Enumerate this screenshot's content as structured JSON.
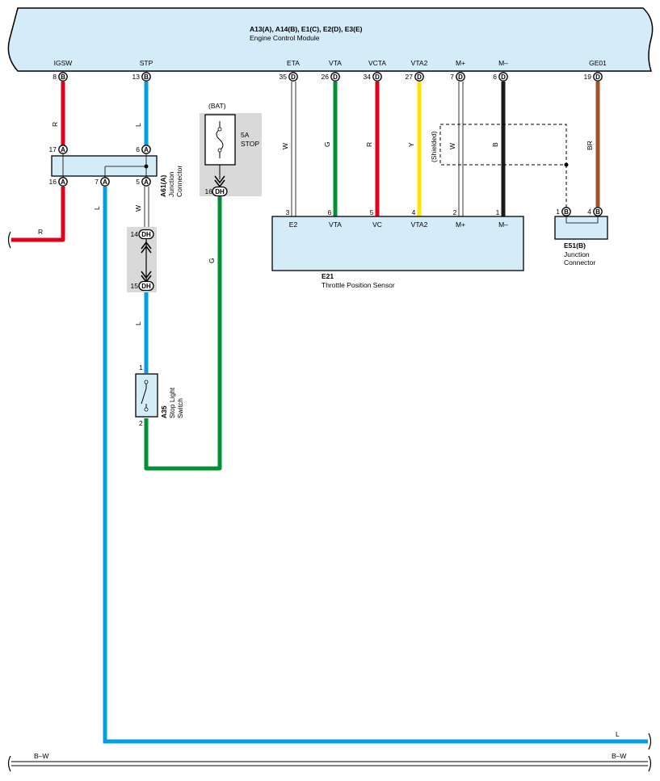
{
  "ecm": {
    "id": "A13(A), A14(B), E1(C), E2(D), E3(E)",
    "name": "Engine Control Module",
    "pins": [
      {
        "key": "igsw",
        "terminal": "IGSW",
        "num": "8",
        "conn": "B"
      },
      {
        "key": "stp",
        "terminal": "STP",
        "num": "13",
        "conn": "B"
      },
      {
        "key": "eta",
        "terminal": "ETA",
        "num": "35",
        "conn": "D"
      },
      {
        "key": "vta",
        "terminal": "VTA",
        "num": "26",
        "conn": "D"
      },
      {
        "key": "vcta",
        "terminal": "VCTA",
        "num": "34",
        "conn": "D"
      },
      {
        "key": "vta2",
        "terminal": "VTA2",
        "num": "27",
        "conn": "D"
      },
      {
        "key": "mplus",
        "terminal": "M+",
        "num": "7",
        "conn": "D"
      },
      {
        "key": "mminus",
        "terminal": "M–",
        "num": "6",
        "conn": "D"
      },
      {
        "key": "ge01",
        "terminal": "GE01",
        "num": "19",
        "conn": "D"
      }
    ]
  },
  "junction_a61": {
    "id": "A61(A)",
    "name_line1": "Junction",
    "name_line2": "Connector",
    "pins": {
      "p17": "17",
      "p16": "16",
      "p7": "7",
      "p6": "6",
      "p5": "5"
    },
    "conn": "A"
  },
  "fuse": {
    "source": "(BAT)",
    "rating": "5A",
    "name": "STOP",
    "pin": "16",
    "conn": "DH"
  },
  "inline_connector": {
    "pin_a": "14",
    "pin_b": "15",
    "conn": "DH"
  },
  "switch_a35": {
    "id": "A35",
    "name_line1": "Stop Light",
    "name_line2": "Switch",
    "pin1": "1",
    "pin2": "2"
  },
  "sensor_e21": {
    "id": "E21",
    "name": "Throttle Position Sensor",
    "pins": [
      {
        "key": "e2",
        "num": "3",
        "terminal": "E2"
      },
      {
        "key": "vta",
        "num": "6",
        "terminal": "VTA"
      },
      {
        "key": "vc",
        "num": "5",
        "terminal": "VC"
      },
      {
        "key": "vta2",
        "num": "4",
        "terminal": "VTA2"
      },
      {
        "key": "mplus",
        "num": "2",
        "terminal": "M+"
      },
      {
        "key": "mminus",
        "num": "1",
        "terminal": "M–"
      }
    ]
  },
  "junction_e51": {
    "id": "E51(B)",
    "name_line1": "Junction",
    "name_line2": "Connector",
    "pin1": "1",
    "pin4": "4",
    "conn": "B"
  },
  "shield_label": "(Shielded)",
  "wire_labels": {
    "igsw": "R",
    "stp": "L",
    "r_out": "R",
    "l_j7": "L",
    "w_j5": "W",
    "l_down": "L",
    "g_fuse": "G",
    "eta": "W",
    "vta": "G",
    "vcta": "R",
    "vta2": "Y",
    "mplus": "W",
    "mminus": "B",
    "ge01": "BR",
    "l_bottom": "L",
    "bw_left": "B–W",
    "bw_right": "B–W"
  },
  "wire_colors": {
    "R": "#e2001a",
    "L": "#009fe3",
    "G": "#009035",
    "Y": "#ffe500",
    "W": "#ffffff",
    "B": "#1a1a1a",
    "BR": "#a05128",
    "ecm_fill": "#d4ebf8",
    "shade": "#d9d9d9"
  }
}
